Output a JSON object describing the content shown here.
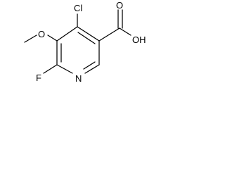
{
  "molecule": {
    "atom_labels": {
      "chlorine": "Cl",
      "fluorine": "F",
      "nitrogen": "N",
      "methoxy_oxygen": "O",
      "carbonyl_oxygen": "O",
      "hydroxyl": "OH"
    },
    "colors": {
      "bond": "#000000",
      "label": "#000000",
      "background": "#ffffff"
    }
  }
}
